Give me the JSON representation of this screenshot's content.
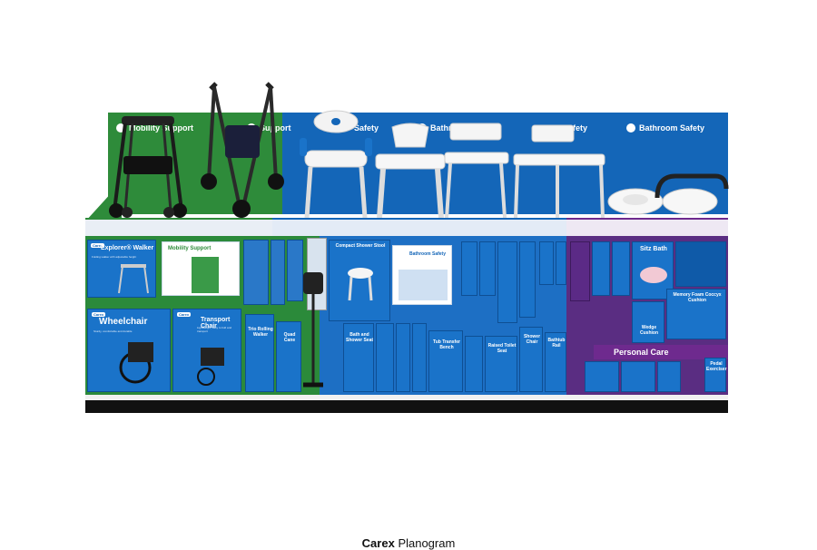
{
  "banners": {
    "mobility": "Mobility Support",
    "mobility_overlap": "Support",
    "bath1": "Safety",
    "bath2": "Bathroom",
    "bath3": "Safety",
    "bath4": "Bathroom Safety"
  },
  "products": {
    "explorer_walker": "Explorer® Walker",
    "explorer_sub": "Folding walker with adjustable height",
    "mobility_poster": "Mobility Support",
    "wheelchair": "Wheelchair",
    "wheelchair_sub": "Sturdy, comfortable and durable",
    "transport_chair": "Transport Chair",
    "transport_sub": "Lightweight, easy to fold and transport",
    "trio_walker": "Trio Rolling Walker",
    "quad_cane": "Quad Cane",
    "compact_shower_stool": "Compact Shower Stool",
    "bathroom_safety_poster": "Bathroom Safety",
    "tub_bench": "Tub Transfer Bench",
    "raised_seat": "Raised Toilet Seat",
    "bath_shower_seat": "Bath and Shower Seat",
    "shower_chair": "Shower Chair",
    "bathtub_rail": "Bathtub Rail",
    "sitz_bath": "Sitz Bath",
    "memory_foam": "Memory Foam Coccyx Cushion",
    "wedge_cushion": "Wedge Cushion",
    "personal_care": "Personal Care",
    "pedal": "Pedal Exerciser",
    "brand": "Carex"
  },
  "caption": {
    "brand": "Carex",
    "title": "Planogram"
  },
  "colors": {
    "mobility_green": "#2e8b3a",
    "bath_blue": "#1466b8",
    "personal_purple": "#5a2d82"
  }
}
